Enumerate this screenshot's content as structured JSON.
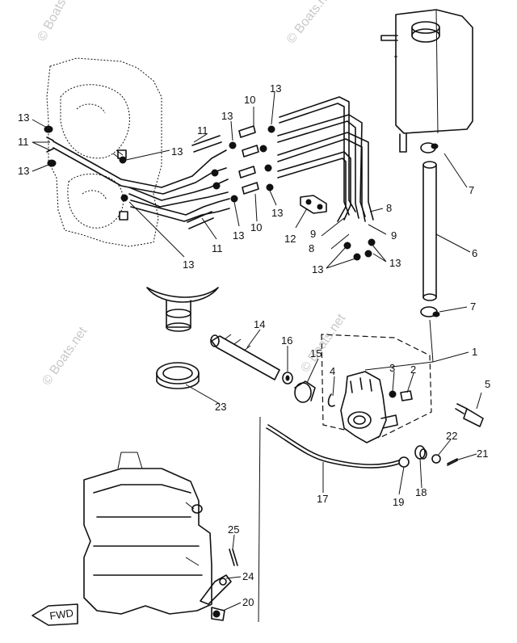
{
  "watermark": {
    "text": "© Boats.net"
  },
  "fwd_label": "FWD",
  "callouts": {
    "c1": "1",
    "c2": "2",
    "c3": "3",
    "c4": "4",
    "c5": "5",
    "c6": "6",
    "c7a": "7",
    "c7b": "7",
    "c8a": "8",
    "c8b": "8",
    "c9a": "9",
    "c9b": "9",
    "c10a": "10",
    "c10b": "10",
    "c11a": "11",
    "c11b": "11",
    "c11c": "11",
    "c12": "12",
    "c13a": "13",
    "c13b": "13",
    "c13c": "13",
    "c13d": "13",
    "c13e": "13",
    "c13f": "13",
    "c13g": "13",
    "c13h": "13",
    "c13i": "13",
    "c14": "14",
    "c15": "15",
    "c16": "16",
    "c17": "17",
    "c18": "18",
    "c19": "19",
    "c20": "20",
    "c21": "21",
    "c22": "22",
    "c23": "23",
    "c24": "24",
    "c25": "25"
  }
}
